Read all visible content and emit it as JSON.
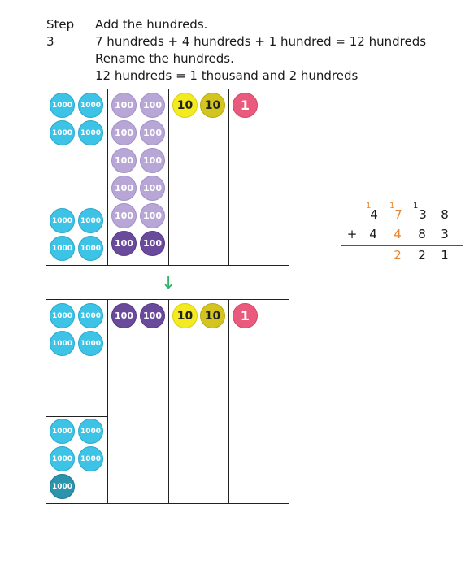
{
  "step": {
    "label": "Step 3",
    "lines": [
      "Add the hundreds.",
      "7 hundreds + 4 hundreds + 1 hundred = 12 hundreds",
      "Rename the hundreds.",
      "12 hundreds = 1 thousand and 2 hundreds"
    ]
  },
  "counters": {
    "thousand": "1000",
    "hundred": "100",
    "ten": "10",
    "one": "1"
  },
  "colors": {
    "thousand": "#3cc3e6",
    "thousand_new": "#2b93ac",
    "hundred": "#b7a6d6",
    "hundred_dark": "#6a4a9a",
    "ten": "#f3ea1f",
    "ten_dark": "#d3c41f",
    "one": "#ea5a7c",
    "arrow": "#2fb36b",
    "carry": "#e8852e"
  },
  "arrow": "↓",
  "calculation": {
    "top": [
      "4",
      "7",
      "3",
      "8"
    ],
    "operator": "+",
    "bottom": [
      "4",
      "4",
      "8",
      "3"
    ],
    "result": [
      "",
      "2",
      "2",
      "1"
    ],
    "carries": [
      "1",
      "1",
      "1",
      ""
    ]
  }
}
